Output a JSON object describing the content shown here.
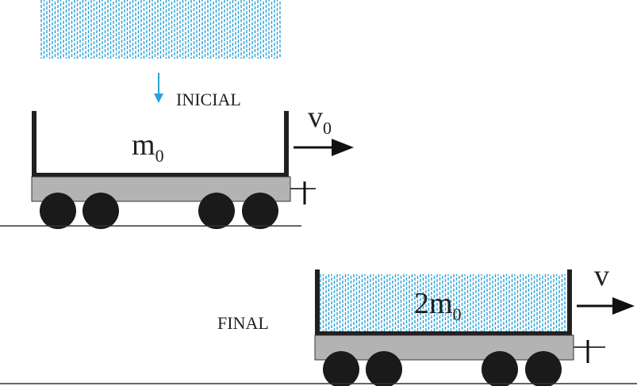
{
  "labels": {
    "initial": "INICIAL",
    "final": "FINAL"
  },
  "initial_state": {
    "mass": {
      "base": "m",
      "sub": "0"
    },
    "velocity": {
      "base": "v",
      "sub": "0"
    }
  },
  "final_state": {
    "mass": {
      "coef": "2",
      "base": "m",
      "sub": "0"
    },
    "velocity": {
      "base": "v",
      "sub": ""
    }
  },
  "colors": {
    "water": "#2aa3d8",
    "cart_wall": "#231f20",
    "chassis": "#b3b3b3",
    "wheel": "#1a1a1a",
    "ground": "#333333",
    "arrow": "#111111"
  }
}
